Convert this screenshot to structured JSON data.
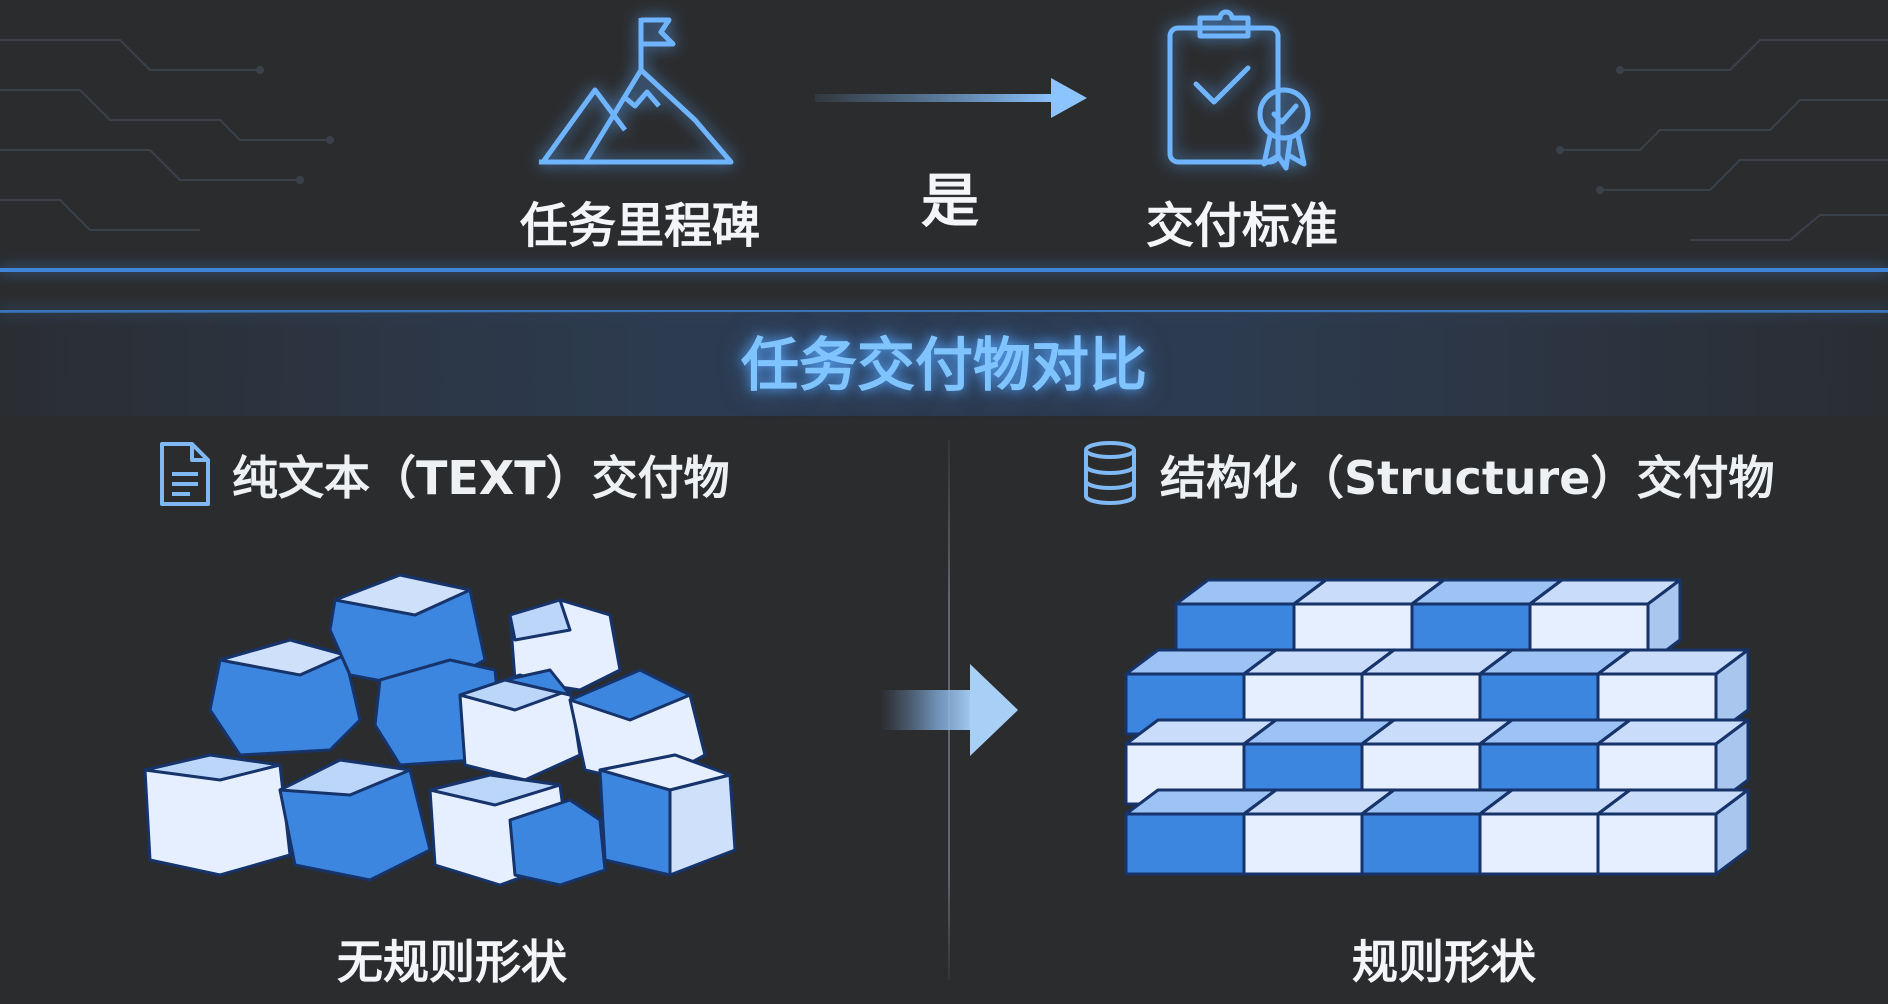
{
  "top": {
    "left_label": "任务里程碑",
    "connector": "是",
    "right_label": "交付标准"
  },
  "section": {
    "title": "任务交付物对比"
  },
  "left_column": {
    "heading": "纯文本（TEXT）交付物",
    "icon": "document-icon",
    "caption": "无规则形状"
  },
  "right_column": {
    "heading": "结构化（Structure）交付物",
    "icon": "database-icon",
    "caption": "规则形状"
  },
  "colors": {
    "background": "#2b2c2e",
    "accent_blue": "#3f86d8",
    "block_blue": "#3d86e0",
    "block_light": "#e6efff",
    "title_glow": "#7fc3ff"
  }
}
